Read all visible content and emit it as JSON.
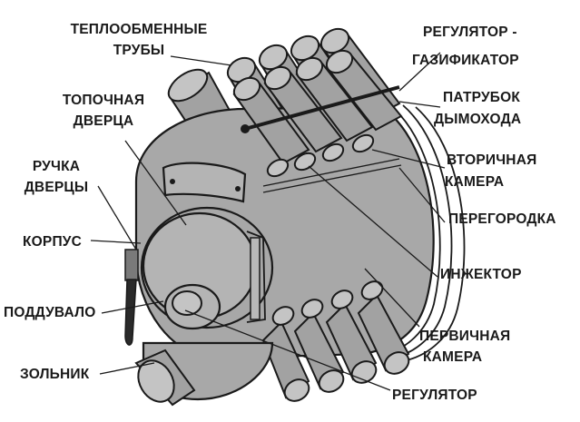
{
  "labels": {
    "heat_tubes_1": "ТЕПЛООБМЕННЫЕ",
    "heat_tubes_2": "ТРУБЫ",
    "fire_door_1": "ТОПОЧНАЯ",
    "fire_door_2": "ДВЕРЦА",
    "door_handle_1": "РУЧКА",
    "door_handle_2": "ДВЕРЦЫ",
    "body": "КОРПУС",
    "blower": "ПОДДУВАЛО",
    "ash_pan": "ЗОЛЬНИК",
    "gasifier_1": "РЕГУЛЯТОР -",
    "gasifier_2": "ГАЗИФИКАТОР",
    "chimney_1": "ПАТРУБОК",
    "chimney_2": "ДЫМОХОДА",
    "secondary_1": "ВТОРИЧНАЯ",
    "secondary_2": "КАМЕРА",
    "partition": "ПЕРЕГОРОДКА",
    "injector": "ИНЖЕКТОР",
    "primary_1": "ПЕРВИЧНАЯ",
    "primary_2": "КАМЕРА",
    "regulator": "РЕГУЛЯТОР"
  }
}
